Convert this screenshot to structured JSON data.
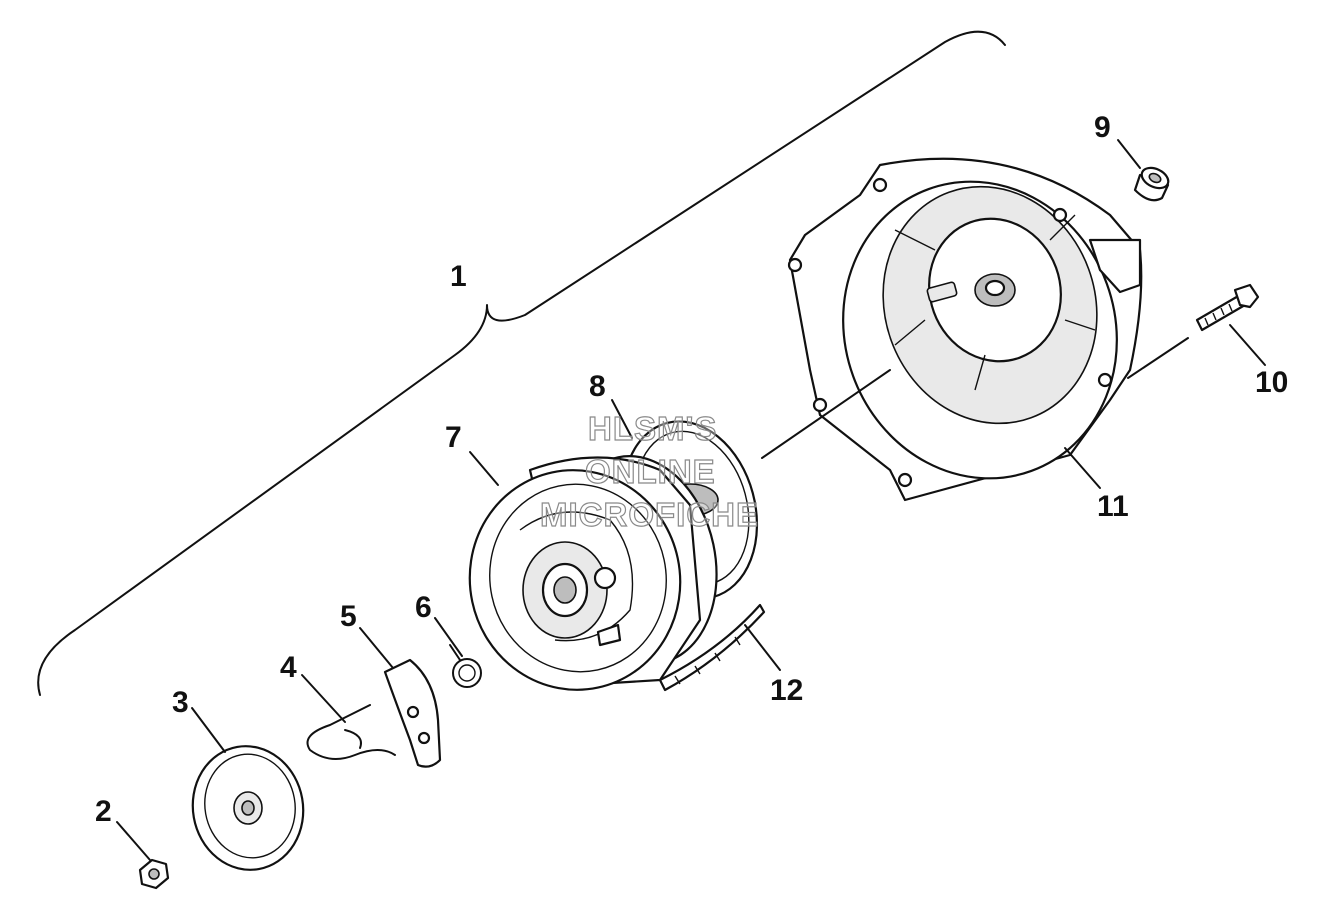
{
  "diagram": {
    "callouts": [
      {
        "id": "1",
        "part": "assembly-bracket"
      },
      {
        "id": "2",
        "part": "nut"
      },
      {
        "id": "3",
        "part": "plate"
      },
      {
        "id": "4",
        "part": "spring-clip"
      },
      {
        "id": "5",
        "part": "pawl"
      },
      {
        "id": "6",
        "part": "spring"
      },
      {
        "id": "7",
        "part": "pulley"
      },
      {
        "id": "8",
        "part": "recoil-spring"
      },
      {
        "id": "9",
        "part": "bushing"
      },
      {
        "id": "10",
        "part": "bolt"
      },
      {
        "id": "11",
        "part": "housing"
      },
      {
        "id": "12",
        "part": "rope"
      }
    ],
    "watermark": {
      "line1": "HLSM'S",
      "line2": "ONLINE",
      "line3": "MICROFICHE"
    }
  }
}
